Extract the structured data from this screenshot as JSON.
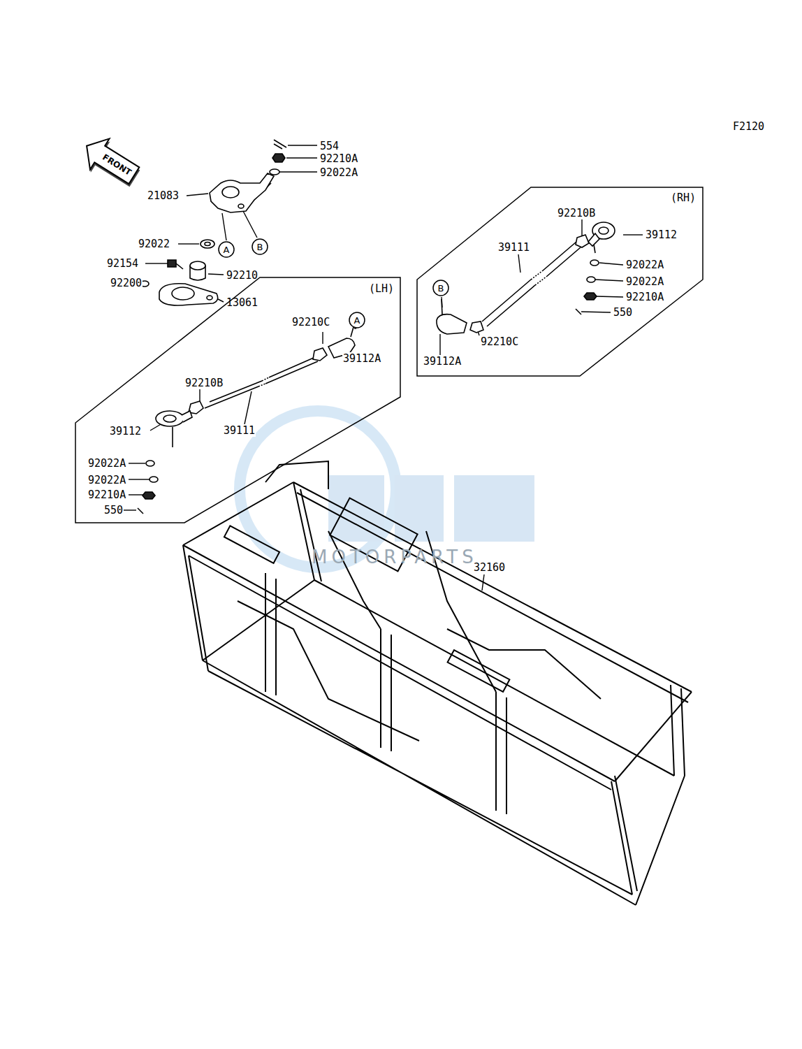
{
  "diagram": {
    "nodes": [
      {
        "text": [
          "FRONT"
        ]
      },
      {
        "text": [
          "(LH)"
        ]
      },
      {
        "text": [
          "(RH)"
        ]
      },
      {
        "text": [
          "A"
        ]
      },
      {
        "text": [
          "B"
        ]
      },
      {
        "text": [
          "A"
        ],
        "in": 1
      },
      {
        "text": [
          "B"
        ],
        "in": 2
      }
    ],
    "labels": [
      "F2120",
      "554",
      "92210A",
      "92022A",
      "21083",
      "92022",
      "92154",
      "92210",
      "92200",
      "13061",
      "92210C",
      "39112A",
      "92210B",
      "39112",
      "39111",
      "92022A",
      "92022A",
      "92210A",
      "550",
      "92210B",
      "39112",
      "39111",
      "92022A",
      "92022A",
      "92210A",
      "550",
      "92210C",
      "39112A",
      "32160",
      "MOTORPARTS"
    ]
  }
}
